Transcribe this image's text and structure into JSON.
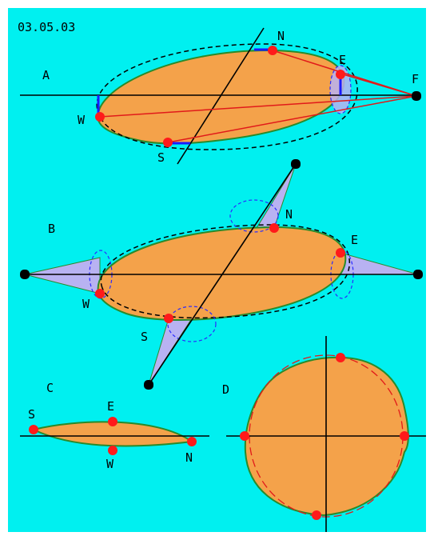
{
  "colors": {
    "background": "#00f0f0",
    "fill": "#f4a24a",
    "outline": "#2a8a2a",
    "point": "#ff1a1a",
    "axis": "#000000",
    "construction_red": "#e11a1a",
    "triangle_fill": "#b8b2f2",
    "dashed_blue": "#2a2aff",
    "segment_blue": "#1a1aff",
    "dashed_red": "#e11a1a"
  },
  "date_label": "03.05.03",
  "panels": {
    "a": {
      "label": "A",
      "points": {
        "n": "N",
        "e": "E",
        "w": "W",
        "s": "S",
        "f": "F"
      }
    },
    "b": {
      "label": "B",
      "points": {
        "n": "N",
        "e": "E",
        "w": "W",
        "s": "S"
      }
    },
    "c": {
      "label": "C",
      "points": {
        "s": "S",
        "e": "E",
        "w": "W",
        "n": "N"
      }
    },
    "d": {
      "label": "D"
    }
  }
}
